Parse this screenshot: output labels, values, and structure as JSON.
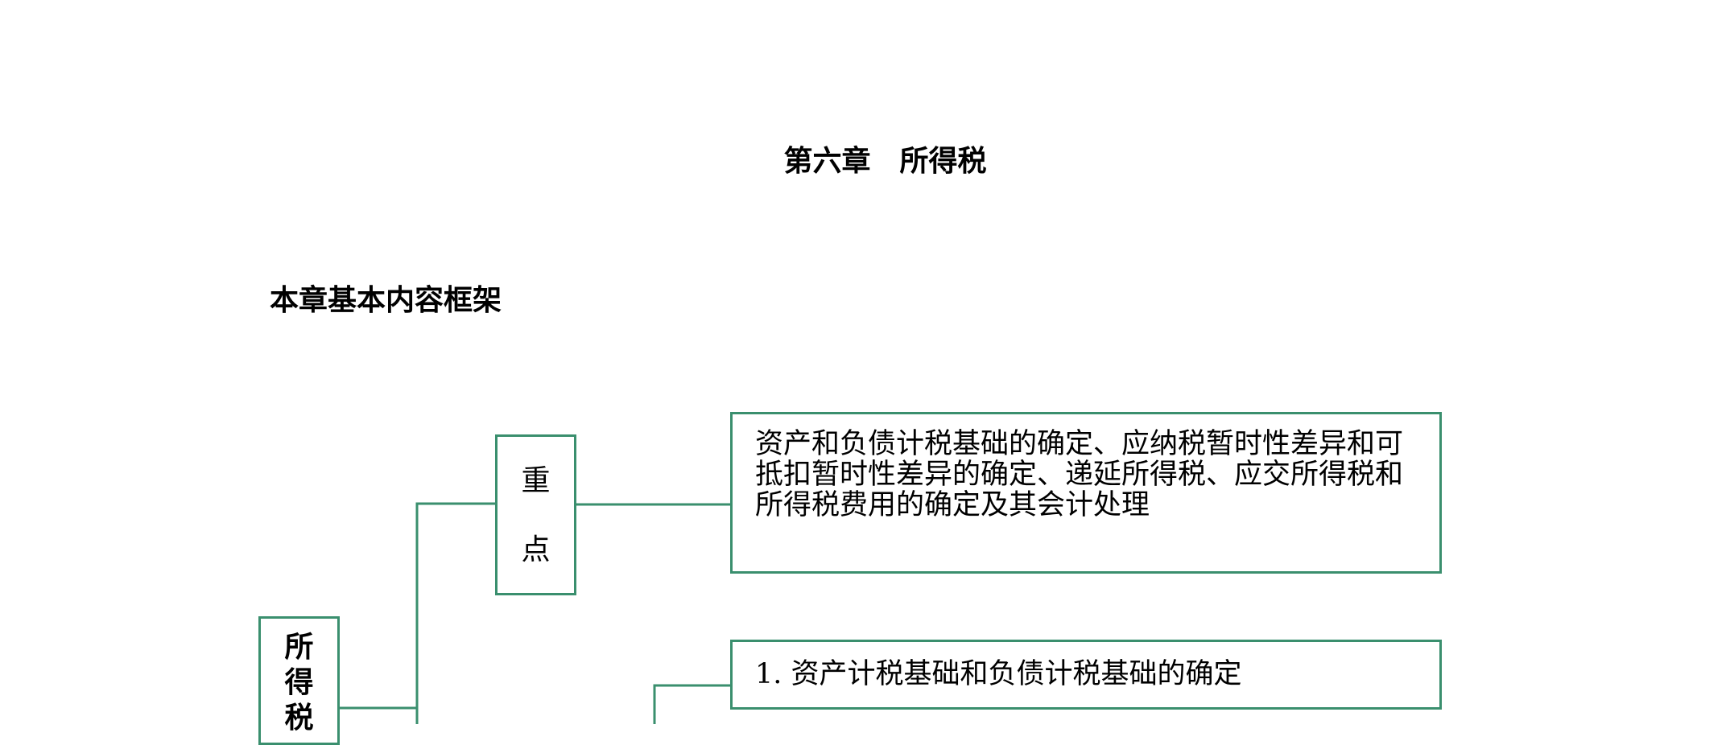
{
  "document": {
    "chapter_title": "第六章　所得税",
    "section_title": "本章基本内容框架"
  },
  "diagram": {
    "main_node": "所得税",
    "key_node": "重点",
    "key_content": "资产和负债计税基础的确定、应纳税暂时性差异和可抵扣暂时性差异的确定、递延所得税、应交所得税和所得税费用的确定及其会计处理",
    "items": [
      "1. 资产计税基础和负债计税基础的确定"
    ],
    "line_color": "#3a8f6e"
  }
}
